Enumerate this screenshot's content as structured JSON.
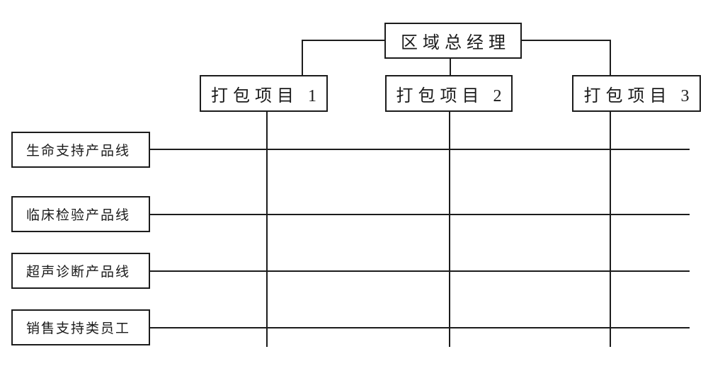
{
  "chart": {
    "root": {
      "label": "区域总经理"
    },
    "projects": [
      {
        "label": "打包项目 1"
      },
      {
        "label": "打包项目 2"
      },
      {
        "label": "打包项目 3"
      }
    ],
    "rows": [
      {
        "label": "生命支持产品线"
      },
      {
        "label": "临床检验产品线"
      },
      {
        "label": "超声诊断产品线"
      },
      {
        "label": "销售支持类员工"
      }
    ]
  },
  "colors": {
    "background": "#ffffff",
    "line": "#1c1c1c",
    "box_border": "#1c1c1c",
    "text": "#1a1a1a"
  }
}
